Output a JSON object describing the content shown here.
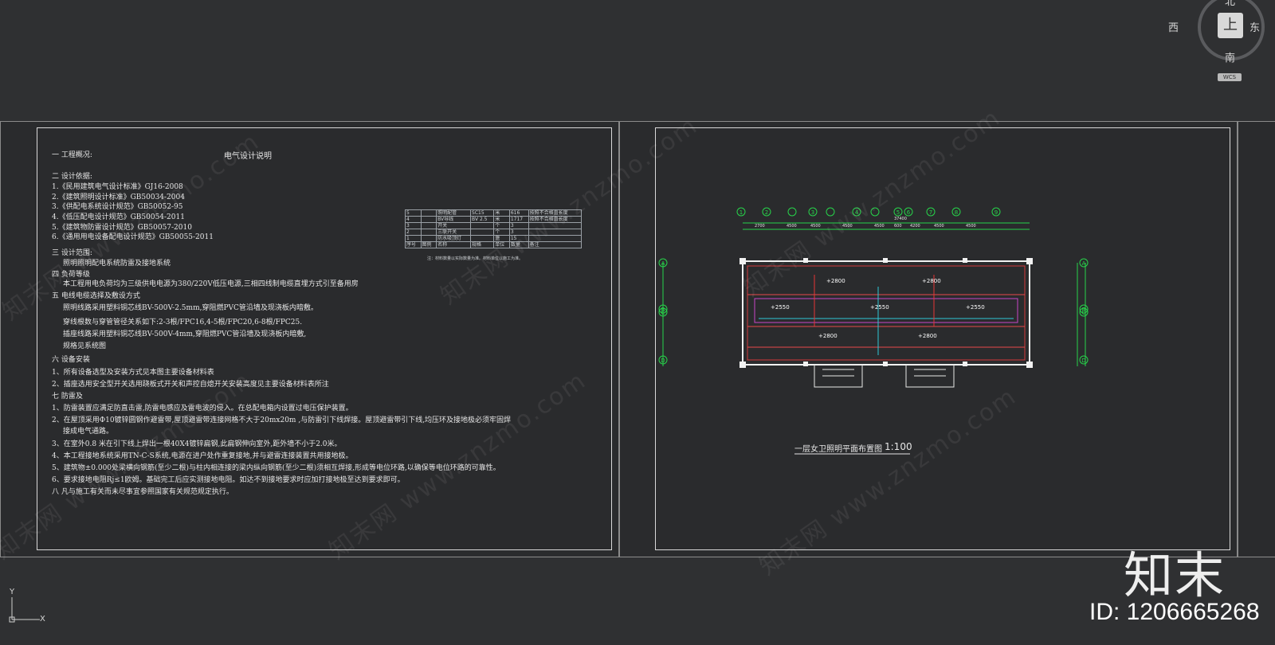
{
  "viewcube": {
    "center": "上",
    "north": "北",
    "west": "西",
    "east": "东",
    "south": "南",
    "wcs": "WCS"
  },
  "ucs": {
    "y": "Y",
    "x": "X"
  },
  "sheet1": {
    "title": "电气设计说明",
    "lines": [
      "一 工程概况:",
      "二 设计依据:",
      "1.《民用建筑电气设计标准》GJ16-2008",
      "2.《建筑照明设计标准》GB50034-2004",
      "3.《供配电系统设计规范》GB50052-95",
      "4.《低压配电设计规范》GB50054-2011",
      "5.《建筑物防雷设计规范》GB50057-2010",
      "6.《通用用电设备配电设计规范》GB50055-2011",
      "三 设计范围:",
      "照明照明配电系统防雷及接地系统",
      "四 负荷等级",
      "本工程用电负荷均为三级供电电源为380/220V低压电源,三相四线制电缆直埋方式引至备用房",
      "五 电线电缆选择及敷设方式",
      "照明线路采用塑料铜芯线BV-500V-2.5mm,穿阻燃PVC管沿墙及现浇板内暗敷。",
      "穿线根数与穿管管径关系如下:2-3根/FPC16,4-5根/FPC20,6-8根/FPC25.",
      "插座线路采用塑料铜芯线BV-500V-4mm,穿阻燃PVC管沿墙及现浇板内暗敷,",
      "规格见系统图",
      "六 设备安装",
      "1、所有设备选型及安装方式见本图主要设备材料表",
      "2、插座选用安全型开关选用跷板式开关和声控自熄开关安装高度见主要设备材料表所注",
      "七 防雷及",
      "1、防雷装置应满足防直击雷,防雷电感应及雷电波的侵入。在总配电箱内设置过电压保护装置。",
      "2、在屋顶采用Φ10镀锌圆钢作避雷带,屋顶避雷带连接网格不大于20mx20m ,与防雷引下线焊接。屋顶避雷带引下线,均压环及接地极必须牢固焊",
      "接成电气通路。",
      "3、在室外0.8 米在引下线上焊出一根40X4镀锌扁钢,此扁钢伸向室外,距外墙不小于2.0米。",
      "4、本工程接地系统采用TN-C-S系统,电源在进户处作重复接地,并与避雷连接装置共用接地极。",
      "5、建筑物±0.000处梁横向钢筋(至少二根)与柱内相连接的梁内纵向钢筋(至少二根)须相互焊接,形成等电位环路,以确保等电位环路的可靠性。",
      "6、要求接地电阻Rj≤1欧姆。基础完工后应实测接地电阻。如达不到接地要求时应加打接地极至达到要求即可。",
      "八 凡与施工有关而未尽事宜参照国家有关规范规定执行。"
    ],
    "legend": {
      "rows": [
        [
          "5",
          "",
          "照明配管",
          "SC15",
          "米",
          "616",
          "按照不合格直长度"
        ],
        [
          "4",
          "",
          "BV导线",
          "BV 2.5",
          "米",
          "1717",
          "按照不合格直长度"
        ],
        [
          "3",
          "",
          "开关",
          "",
          "个",
          "3",
          ""
        ],
        [
          "2",
          "",
          "三联开关",
          "",
          "个",
          "3",
          ""
        ],
        [
          "1",
          "",
          "防水吸顶灯",
          "",
          "盏",
          "15",
          ""
        ],
        [
          "序号",
          "图例",
          "名称",
          "规格",
          "单位",
          "数量",
          "备注"
        ]
      ],
      "note": "注：材料数量以实际数量为准。材料单位以施工为准。"
    }
  },
  "sheet2": {
    "axes_top": [
      "1",
      "2",
      "",
      "3",
      "",
      "4",
      "",
      "5",
      "6",
      "7",
      "8",
      "9"
    ],
    "axes_side": [
      "A",
      "B",
      "C",
      "D"
    ],
    "elevations": [
      "+2800",
      "+2800",
      "+2550",
      "+2550",
      "+2550",
      "+2800",
      "+2800"
    ],
    "dims": [
      "2700",
      "4500",
      "4500",
      "4500",
      "4500",
      "600",
      "4200",
      "4500",
      "4500",
      "37400"
    ],
    "caption": "一层女卫照明平面布置图",
    "scale": "1:100"
  },
  "watermark": "知末网 www.znzmo.com",
  "brand": "知末",
  "id_label": "ID: 1206665268"
}
